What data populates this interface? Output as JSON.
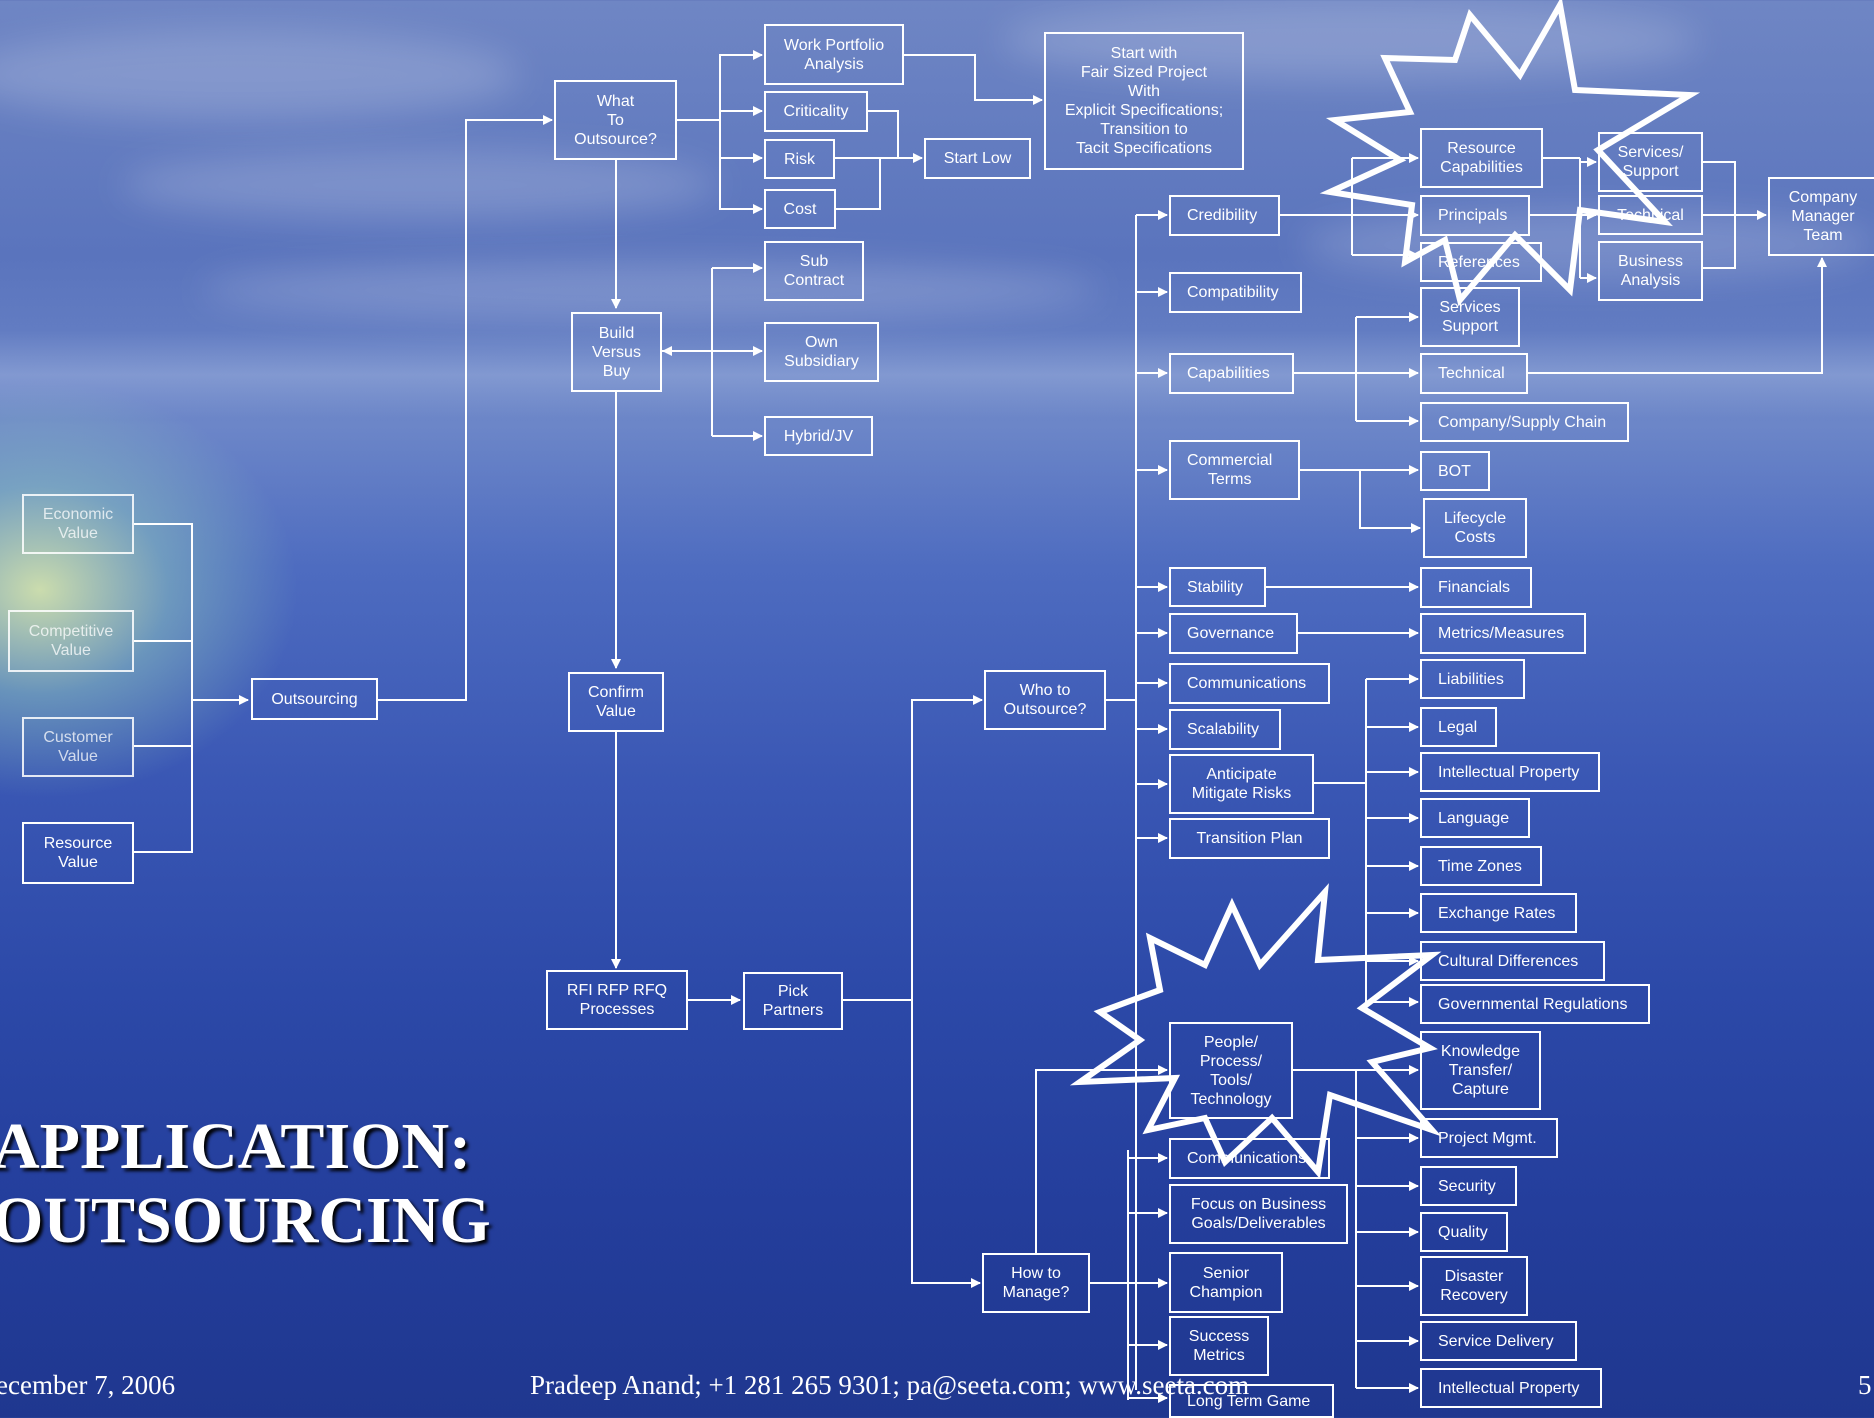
{
  "slide": {
    "title": "APPLICATION:\nOUTSOURCING",
    "footer_date": "ecember 7, 2006",
    "footer_contact": "Pradeep Anand; +1 281 265 9301; pa@seeta.com; www.seeta.com",
    "page_number": "5"
  },
  "colors": {
    "line": "#ffffff",
    "sky": "#5a74bd",
    "sea": "#243e9c"
  },
  "nodes": {
    "economic_value": "Economic\nValue",
    "competitive_value": "Competitive\nValue",
    "customer_value": "Customer\nValue",
    "resource_value": "Resource\nValue",
    "outsourcing": "Outsourcing",
    "what_to_outsource": "What\nTo\nOutsource?",
    "work_portfolio": "Work Portfolio\nAnalysis",
    "criticality": "Criticality",
    "risk": "Risk",
    "cost": "Cost",
    "start_low": "Start Low",
    "start_with": "Start with\nFair Sized Project\nWith\nExplicit Specifications;\nTransition to\nTacit Specifications",
    "build_vs_buy": "Build\nVersus\nBuy",
    "sub_contract": "Sub\nContract",
    "own_subsidiary": "Own\nSubsidiary",
    "hybrid_jv": "Hybrid/JV",
    "confirm_value": "Confirm\nValue",
    "rfi_rfp": "RFI RFP RFQ\nProcesses",
    "pick_partners": "Pick\nPartners",
    "who_to_outsource": "Who  to\nOutsource?",
    "how_to_manage": "How to\nManage?",
    "credibility": "Credibility",
    "compatibility": "Compatibility",
    "capabilities": "Capabilities",
    "commercial_terms": "Commercial\nTerms",
    "stability": "Stability",
    "governance": "Governance",
    "communications": "Communications",
    "scalability": "Scalability",
    "anticipate_risks": "Anticipate\nMitigate  Risks",
    "transition_plan": "Transition Plan",
    "resource_capabilities": "Resource\nCapabilities",
    "principals": "Principals",
    "references": "References",
    "services_support_top": "Services/\nSupport",
    "technical_top": "Technical",
    "business_analysis": "Business\nAnalysis",
    "company_manager_team": "Company\nManager\nTeam",
    "services_support": "Services\nSupport",
    "technical": "Technical",
    "company_supply_chain": "Company/Supply Chain",
    "bot": "BOT",
    "lifecycle_costs": "Lifecycle\nCosts",
    "financials": "Financials",
    "metrics_measures": "Metrics/Measures",
    "liabilities": "Liabilities",
    "legal": "Legal",
    "intellectual_property": "Intellectual Property",
    "language": "Language",
    "time_zones": "Time Zones",
    "exchange_rates": "Exchange Rates",
    "cultural_differences": "Cultural  Differences",
    "governmental_regulations": "Governmental Regulations",
    "people_process": "People/\nProcess/\nTools/\nTechnology",
    "communications_2": "Communications",
    "focus_business": "Focus on Business\nGoals/Deliverables",
    "senior_champion": "Senior\nChampion",
    "success_metrics": "Success\nMetrics",
    "long_term_game": "Long Term Game",
    "knowledge_transfer": "Knowledge\nTransfer/\nCapture",
    "project_mgmt": "Project Mgmt.",
    "security": "Security",
    "quality": "Quality",
    "disaster_recovery": "Disaster\nRecovery",
    "service_delivery": "Service Delivery",
    "intellectual_property_2": "Intellectual Property"
  }
}
